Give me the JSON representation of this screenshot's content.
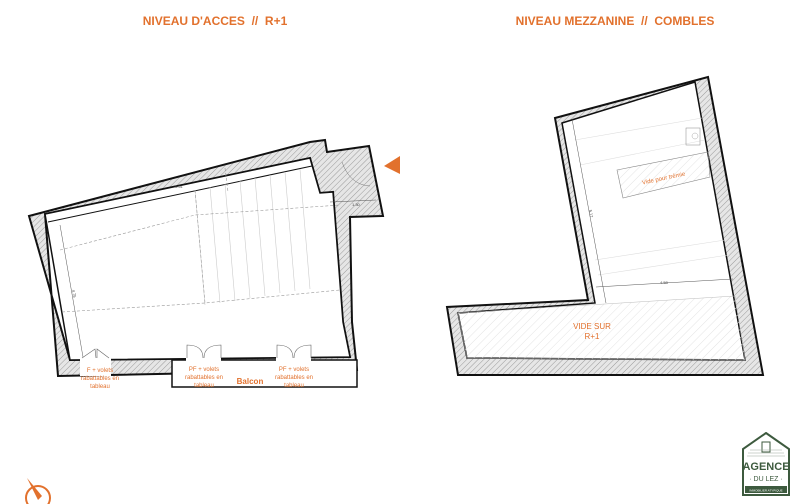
{
  "titles": {
    "left": "NIVEAU D'ACCES  //  R+1",
    "right": "NIVEAU MEZZANINE  //  COMBLES"
  },
  "left_plan": {
    "dimensions": [
      "9.51",
      "4.75",
      "1.30"
    ],
    "openings": [
      [
        "F + volets",
        "rabattables en",
        "tableau"
      ],
      [
        "PF + volets",
        "rabattables en",
        "tableau"
      ],
      [
        "PF + volets",
        "rabattables en",
        "tableau"
      ]
    ],
    "balcony_label": "Balcon"
  },
  "right_plan": {
    "dimensions": [
      "5.17",
      "4.58"
    ],
    "void_hopper_label": "Vide pour trémie",
    "void_label_line1": "VIDE SUR",
    "void_label_line2": "R+1"
  },
  "logo": {
    "line1": "AGENCE",
    "line2": "DU LEZ",
    "line3": "IMMOBILIER ATYPIQUE"
  },
  "colors": {
    "accent": "#e2712d",
    "wall": "#111111",
    "logo": "#3d5a3e"
  }
}
